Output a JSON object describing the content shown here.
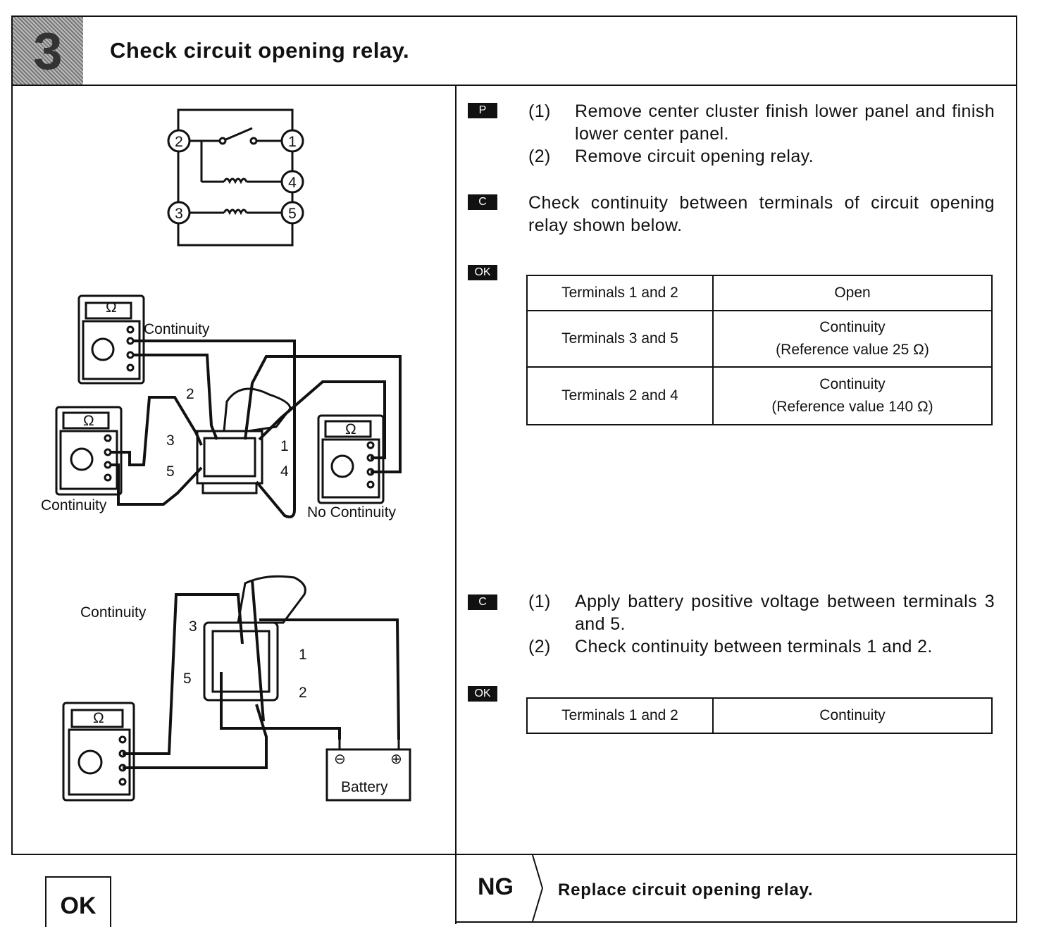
{
  "header": {
    "step_number": "3",
    "title": "Check circuit opening relay."
  },
  "figure": {
    "schematic_terminals": [
      "1",
      "2",
      "3",
      "4",
      "5"
    ],
    "fig1_meter_top_label": "Continuity",
    "fig1_meter_left_label": "Continuity",
    "fig1_meter_right_label": "No Continuity",
    "fig2_meter_label": "Continuity",
    "battery_label": "Battery",
    "meter_symbol": "Ω"
  },
  "section_p": {
    "tag": "P",
    "step1_num": "(1)",
    "step1_text": "Remove center cluster finish lower panel and finish lower center panel.",
    "step2_num": "(2)",
    "step2_text": "Remove circuit opening relay."
  },
  "section_c1": {
    "tag": "C",
    "text": "Check continuity between terminals of circuit opening relay shown below."
  },
  "ok_table_1": {
    "tag": "OK",
    "rows": [
      {
        "terminals": "Terminals 1 and 2",
        "result": "Open",
        "reference": ""
      },
      {
        "terminals": "Terminals 3 and 5",
        "result": "Continuity",
        "reference": "(Reference value 25 Ω)"
      },
      {
        "terminals": "Terminals 2 and 4",
        "result": "Continuity",
        "reference": "(Reference value 140 Ω)"
      }
    ]
  },
  "section_c2": {
    "tag": "C",
    "step1_num": "(1)",
    "step1_text": "Apply battery positive voltage between terminals 3 and 5.",
    "step2_num": "(2)",
    "step2_text": "Check continuity between terminals 1 and 2."
  },
  "ok_table_2": {
    "tag": "OK",
    "rows": [
      {
        "terminals": "Terminals 1 and 2",
        "result": "Continuity"
      }
    ]
  },
  "footer": {
    "ok_label": "OK",
    "ng_label": "NG",
    "ng_action": "Replace circuit opening relay."
  }
}
